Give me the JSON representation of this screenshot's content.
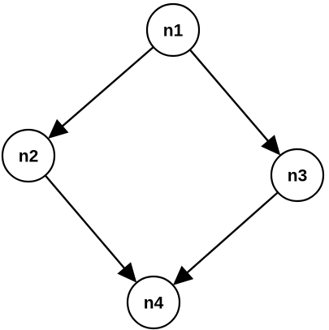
{
  "diagram": {
    "type": "directed-graph",
    "nodes": [
      {
        "id": "n1",
        "label": "n1"
      },
      {
        "id": "n2",
        "label": "n2"
      },
      {
        "id": "n3",
        "label": "n3"
      },
      {
        "id": "n4",
        "label": "n4"
      }
    ],
    "edges": [
      {
        "from": "n1",
        "to": "n2"
      },
      {
        "from": "n1",
        "to": "n3"
      },
      {
        "from": "n2",
        "to": "n4"
      },
      {
        "from": "n3",
        "to": "n4"
      }
    ],
    "colors": {
      "stroke": "#000000",
      "fill": "#ffffff",
      "background": "#ffffff"
    }
  }
}
